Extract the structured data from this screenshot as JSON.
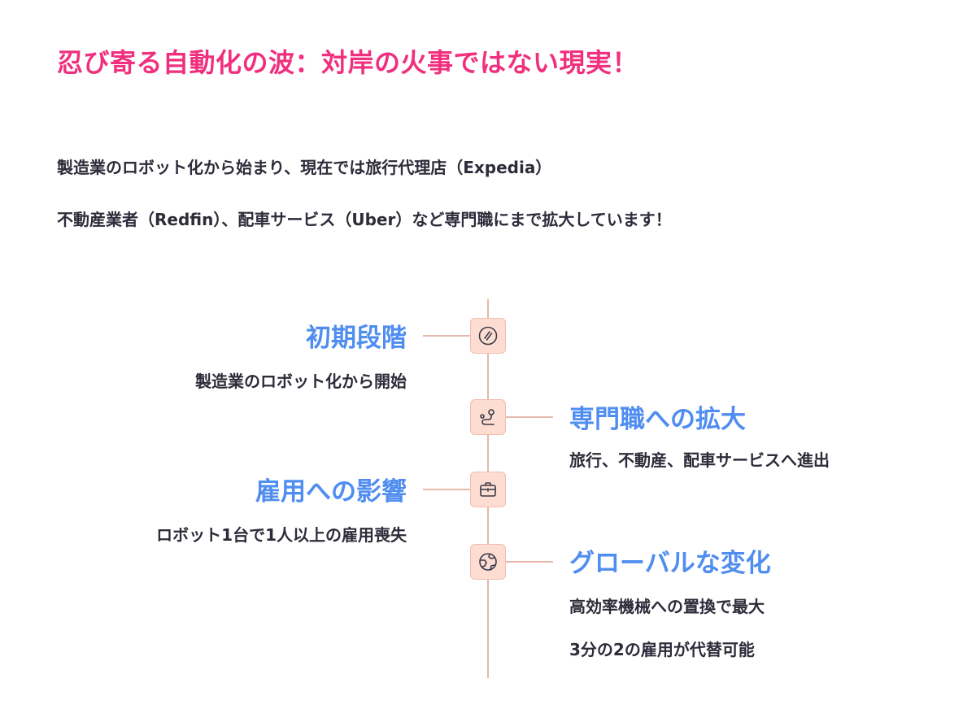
{
  "title": "忍び寄る自動化の波：対岸の火事ではない現実！",
  "intro": {
    "line1": "製造業のロボット化から始まり、現在では旅行代理店（Expedia）",
    "line2": "不動産業者（Redfin）、配車サービス（Uber）など専門職にまで拡大しています！"
  },
  "timeline": [
    {
      "heading": "初期段階",
      "desc": [
        "製造業のロボット化から開始"
      ],
      "icon": "circle-lines-icon"
    },
    {
      "heading": "専門職への拡大",
      "desc": [
        "旅行、不動産、配車サービスへ進出"
      ],
      "icon": "route-icon"
    },
    {
      "heading": "雇用への影響",
      "desc": [
        "ロボット1台で1人以上の雇用喪失"
      ],
      "icon": "briefcase-icon"
    },
    {
      "heading": "グローバルな変化",
      "desc": [
        "高効率機械への置換で最大",
        "3分の2の雇用が代替可能"
      ],
      "icon": "globe-icon"
    }
  ],
  "colors": {
    "title": "#f0307e",
    "heading": "#4f8df0",
    "text": "#2c2c3a",
    "line": "#e0b8ab",
    "node_fill": "#fdddd2",
    "node_border": "#f2bdae",
    "icon_stroke": "#3a3a48"
  }
}
